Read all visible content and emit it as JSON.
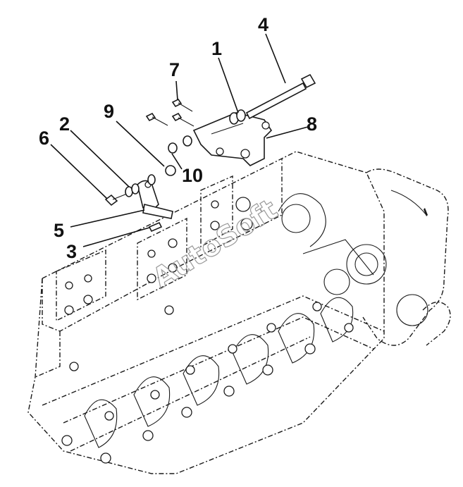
{
  "callouts": [
    {
      "id": "1",
      "label": "1"
    },
    {
      "id": "2",
      "label": "2"
    },
    {
      "id": "3",
      "label": "3"
    },
    {
      "id": "4",
      "label": "4"
    },
    {
      "id": "5",
      "label": "5"
    },
    {
      "id": "6",
      "label": "6"
    },
    {
      "id": "7",
      "label": "7"
    },
    {
      "id": "8",
      "label": "8"
    },
    {
      "id": "9",
      "label": "9"
    },
    {
      "id": "10",
      "label": "10"
    }
  ],
  "watermark": "AutoSoft",
  "colors": {
    "ink": "#111111",
    "background": "#ffffff",
    "watermark": "#9a9a9a"
  }
}
